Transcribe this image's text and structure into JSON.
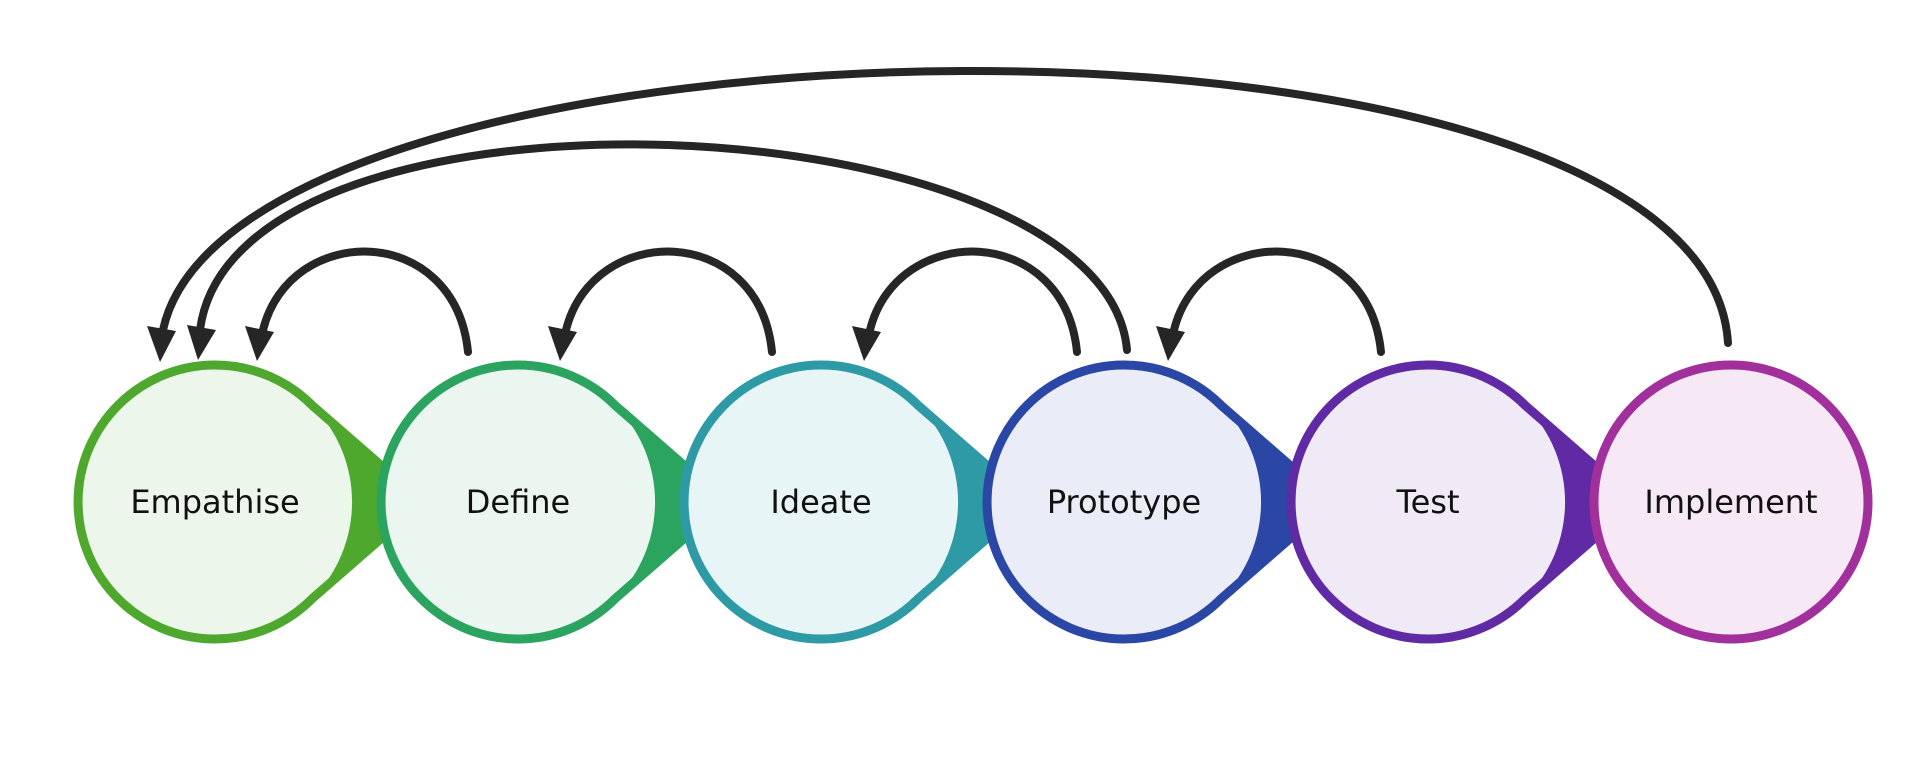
{
  "diagram": {
    "stages": [
      {
        "id": "empathise",
        "label": "Empathise",
        "stroke": "#4fa82e",
        "fill": "#edf6eb"
      },
      {
        "id": "define",
        "label": "Define",
        "stroke": "#2aa45f",
        "fill": "#eaf6ef"
      },
      {
        "id": "ideate",
        "label": "Ideate",
        "stroke": "#2e9aa6",
        "fill": "#e8f5f6"
      },
      {
        "id": "prototype",
        "label": "Prototype",
        "stroke": "#2b47a5",
        "fill": "#eaedf7"
      },
      {
        "id": "test",
        "label": "Test",
        "stroke": "#5f2aa4",
        "fill": "#f0eaf6"
      },
      {
        "id": "implement",
        "label": "Implement",
        "stroke": "#a1309c",
        "fill": "#f6e9f5"
      }
    ],
    "loops": [
      {
        "from": "define",
        "to": "empathise"
      },
      {
        "from": "ideate",
        "to": "define"
      },
      {
        "from": "prototype",
        "to": "ideate"
      },
      {
        "from": "test",
        "to": "prototype"
      },
      {
        "from": "prototype",
        "to": "empathise"
      },
      {
        "from": "implement",
        "to": "empathise"
      }
    ],
    "arrow_color": "#262626"
  }
}
